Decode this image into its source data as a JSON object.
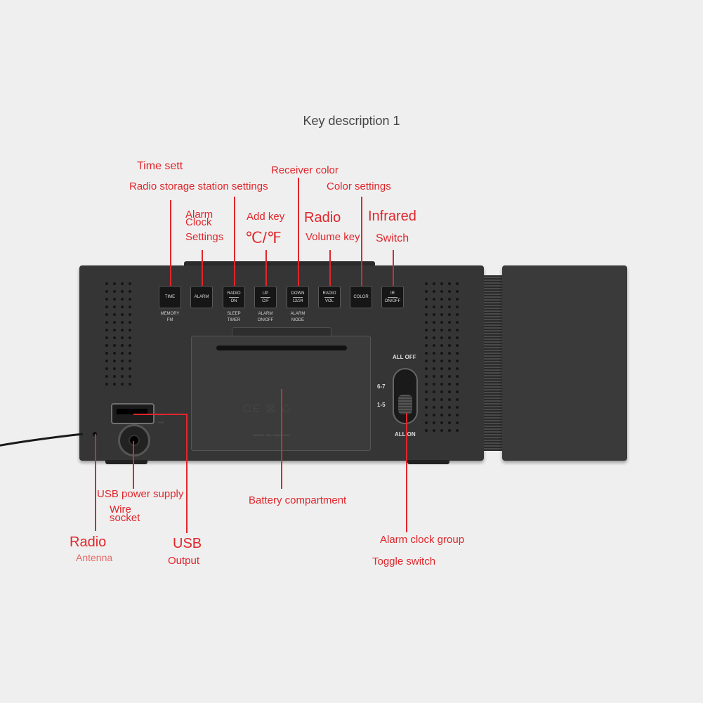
{
  "title": "Key description 1",
  "top_labels": {
    "time_sett": "Time sett",
    "radio_storage": "Radio storage station settings",
    "receiver_color": "Receiver color",
    "color_settings": "Color settings",
    "alarm": "Alarm",
    "clock": "Clock",
    "settings": "Settings",
    "add_key": "Add key",
    "temp_unit": "℃/℉",
    "radio": "Radio",
    "volume_key": "Volume key",
    "infrared": "Infrared",
    "switch": "Switch"
  },
  "keys": [
    {
      "top": "TIME",
      "bottom": "",
      "sub1": "MEMORY",
      "sub2": "FM"
    },
    {
      "top": "ALARM",
      "bottom": "",
      "sub1": "",
      "sub2": ""
    },
    {
      "top": "RADIO",
      "bottom": "ON",
      "sub1": "SLEEP",
      "sub2": "TIMER"
    },
    {
      "top": "UP",
      "bottom": "C/F",
      "sub1": "ALARM",
      "sub2": "ON/OFF"
    },
    {
      "top": "DOWN",
      "bottom": "12/24",
      "sub1": "ALARM",
      "sub2": "MODE"
    },
    {
      "top": "RADIO",
      "bottom": "VOL",
      "sub1": "",
      "sub2": ""
    },
    {
      "top": "COLOR",
      "bottom": "",
      "sub1": "",
      "sub2": ""
    },
    {
      "top": "IR",
      "bottom": "ON/OFF",
      "sub1": "",
      "sub2": ""
    }
  ],
  "toggle": {
    "all_off": "ALL OFF",
    "days_67": "6-7",
    "days_15": "1-5",
    "all_on": "ALL ON"
  },
  "bottom_labels": {
    "usb_power_supply": "USB power supply",
    "wire": "Wire",
    "socket": "socket",
    "battery_compartment": "Battery compartment",
    "alarm_clock_group": "Alarm clock group",
    "toggle_switch": "Toggle switch",
    "radio": "Radio",
    "antenna": "Antenna",
    "usb": "USB",
    "output": "Output"
  },
  "colors": {
    "annotation": "#e0262b",
    "device": "#353535",
    "background": "#efefef"
  }
}
